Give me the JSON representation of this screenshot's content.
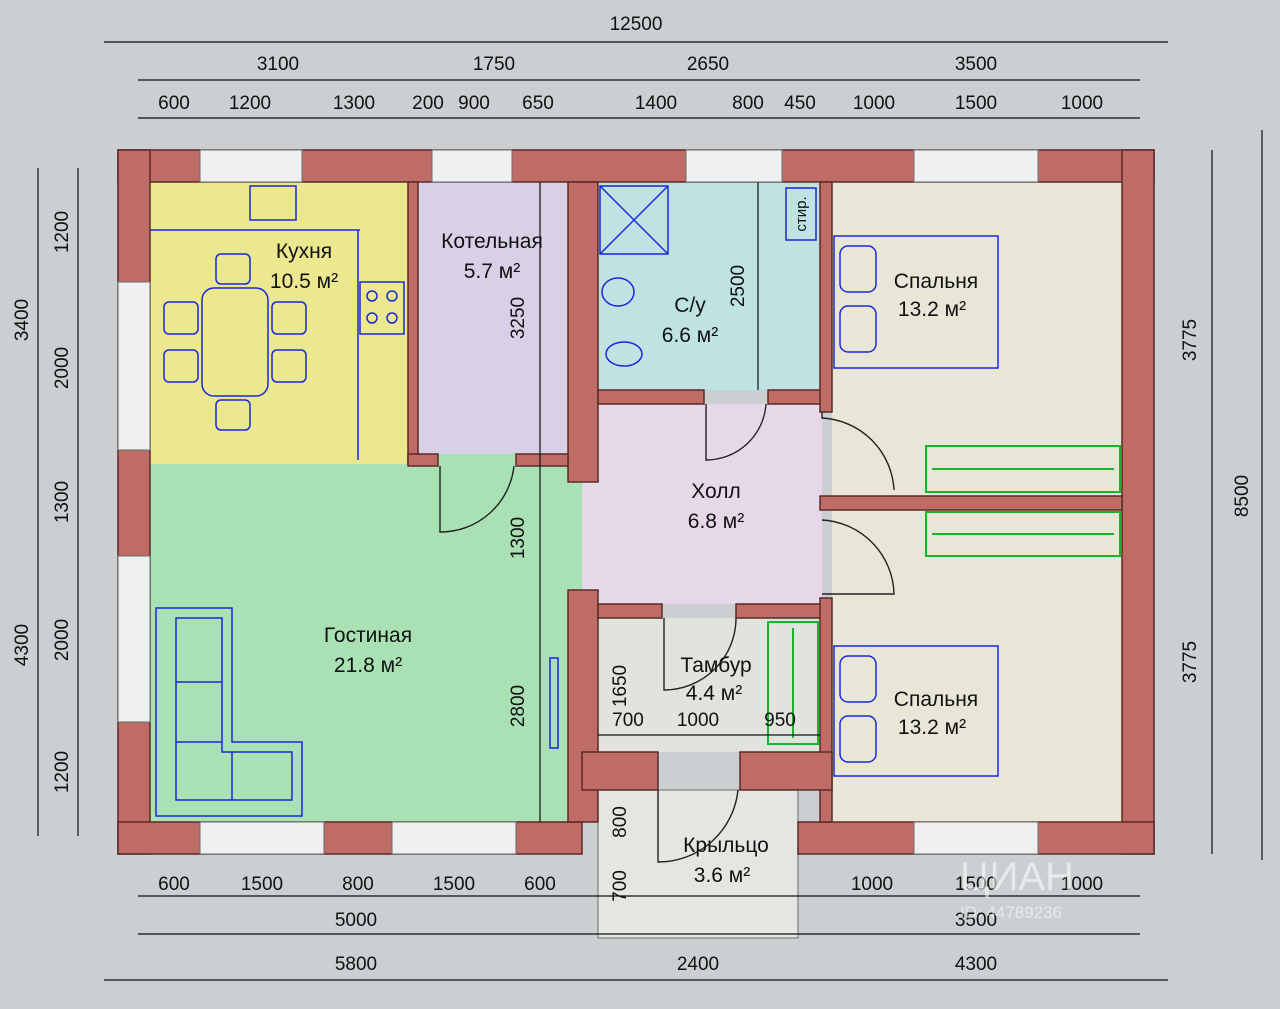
{
  "dims": {
    "top_total": "12500",
    "top_mid": [
      "3100",
      "1750",
      "2650",
      "3500"
    ],
    "top_small": [
      "600",
      "1200",
      "1300",
      "200",
      "900",
      "650",
      "1400",
      "800",
      "450",
      "1000",
      "1500",
      "1000"
    ],
    "bottom_small": [
      "600",
      "1500",
      "800",
      "1500",
      "600",
      "1000",
      "1500",
      "1000"
    ],
    "bottom_mid": [
      "5000",
      "3500"
    ],
    "bottom_total": [
      "5800",
      "2400",
      "4300"
    ],
    "left_small": [
      "1200",
      "2000",
      "1300",
      "2000",
      "1200"
    ],
    "left_mid": [
      "3400",
      "4300"
    ],
    "right_mid": [
      "3775",
      "3775"
    ],
    "right_total": "8500",
    "inner": {
      "kotel_h": "3250",
      "su_h": "2500",
      "liv_h1": "1300",
      "liv_h2": "2800",
      "tambur_h": "1650",
      "tambur_w": [
        "700",
        "1000",
        "950"
      ],
      "porch_h": [
        "800",
        "700"
      ]
    }
  },
  "rooms": {
    "kitchen": {
      "name": "Кухня",
      "area": "10.5 м²"
    },
    "boiler": {
      "name": "Котельная",
      "area": "5.7 м²"
    },
    "bath": {
      "name": "С/у",
      "area": "6.6 м²",
      "washer": "стир."
    },
    "bedroom1": {
      "name": "Спальня",
      "area": "13.2 м²"
    },
    "hall": {
      "name": "Холл",
      "area": "6.8 м²"
    },
    "living": {
      "name": "Гостиная",
      "area": "21.8 м²"
    },
    "tambur": {
      "name": "Тамбур",
      "area": "4.4 м²"
    },
    "bedroom2": {
      "name": "Спальня",
      "area": "13.2 м²"
    },
    "porch": {
      "name": "Крыльцо",
      "area": "3.6 м²"
    }
  },
  "colors": {
    "wall": "#c06c66",
    "kitchen": "#ebe890",
    "boiler": "#d8d0e6",
    "bath": "#bfe3e3",
    "bedroom": "#e8e6d6",
    "hall": "#e6d8e8",
    "living": "#a9e1b5",
    "tambur": "#e1e4dc",
    "porch": "#e4e6e2",
    "furniture": "#1a28d8",
    "wardrobe": "#17b52a"
  },
  "watermark": {
    "brand": "ЦИАН",
    "id": "ID: 44789236"
  }
}
